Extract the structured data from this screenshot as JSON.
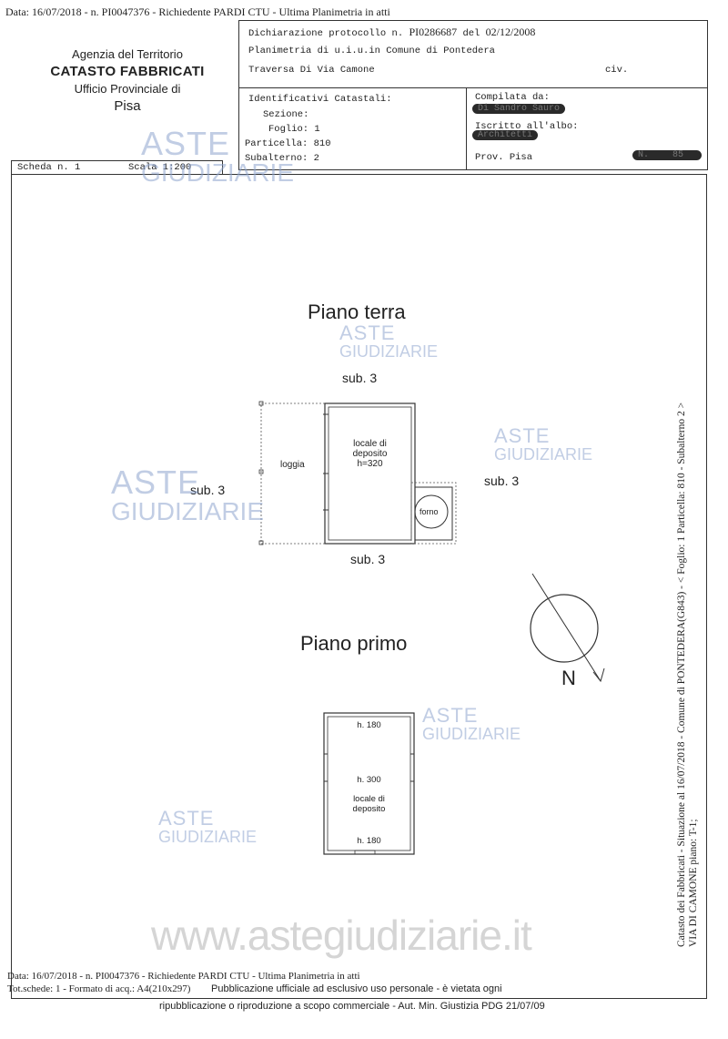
{
  "header": {
    "meta_line": "Data: 16/07/2018 - n. PI0047376 - Richiedente PARDI CTU - Ultima Planimetria in atti"
  },
  "agency": {
    "line1": "Agenzia del Territorio",
    "line2": "CATASTO FABBRICATI",
    "line3": "Ufficio Provinciale di",
    "line4": "Pisa"
  },
  "declaration": {
    "protocol_label": "Dichiarazione protocollo n.",
    "protocol_number": "PI0286687",
    "date_label": "del",
    "date": "02/12/2008",
    "planimetria": "Planimetria di u.i.u.in Comune di Pontedera",
    "address": "Traversa Di Via Camone",
    "civ_label": "civ."
  },
  "identifiers": {
    "title": "Identificativi Catastali:",
    "sezione_label": "Sezione:",
    "foglio_label": "Foglio:",
    "foglio_value": "1",
    "particella_label": "Particella:",
    "particella_value": "810",
    "subalterno_label": "Subalterno:",
    "subalterno_value": "2"
  },
  "compiler": {
    "compilata_label": "Compilata da:",
    "compilata_value": "Di Sandro Sauro",
    "albo_label": "Iscritto all'albo:",
    "albo_value": "Architetti",
    "prov_label": "Prov.",
    "prov_value": "Pisa",
    "n_label": "N.",
    "n_value": "85"
  },
  "scheda": {
    "scheda_label": "Scheda n. 1",
    "scala_label": "Scala 1:200"
  },
  "plan": {
    "ground_floor_title": "Piano terra",
    "sub_top": "sub. 3",
    "sub_left": "sub. 3",
    "sub_right": "sub. 3",
    "sub_bottom": "sub. 3",
    "loggia": "loggia",
    "deposit_line1": "locale di",
    "deposit_line2": "deposito",
    "deposit_height": "h=320",
    "forno": "forno",
    "first_floor_title": "Piano primo",
    "h180_top": "h. 180",
    "h300": "h. 300",
    "deposit2_line1": "locale di",
    "deposit2_line2": "deposito",
    "h180_bottom": "h. 180",
    "north": "N"
  },
  "watermark": {
    "aste": "ASTE",
    "giudiziarie": "GIUDIZIARIE",
    "site": "www.astegiudiziarie.it"
  },
  "vertical_text": {
    "line1": "Catasto dei Fabbricati - Situazione al 16/07/2018 - Comune di PONTEDERA(G843) - < Foglio: 1 Particella: 810 - Subalterno 2 >",
    "line2": "VIA DI CAMONE piano: T-1;"
  },
  "footer": {
    "line1": "Data: 16/07/2018 - n. PI0047376 - Richiedente PARDI CTU - Ultima Planimetria in atti",
    "line2a": "Tot.schede: 1 - Formato di acq.: A4(210x297)",
    "line2b": "Pubblicazione ufficiale ad esclusivo uso personale - è vietata ogni",
    "line3": "ripubblicazione o riproduzione a scopo commerciale - Aut. Min. Giustizia PDG 21/07/09"
  }
}
